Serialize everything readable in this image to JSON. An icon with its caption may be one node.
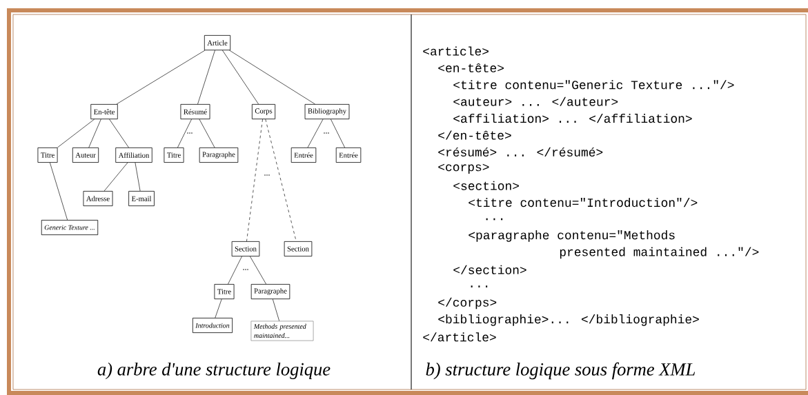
{
  "diagram": {
    "nodes": [
      {
        "text": [
          "Article"
        ]
      },
      {
        "text": [
          "En-tête"
        ]
      },
      {
        "text": [
          "Résumé"
        ]
      },
      {
        "text": [
          "Corps"
        ]
      },
      {
        "text": [
          "Bibliography"
        ]
      },
      {
        "text": [
          "Titre"
        ]
      },
      {
        "text": [
          "Auteur"
        ]
      },
      {
        "text": [
          "Affiliation"
        ]
      },
      {
        "text": [
          "Titre"
        ]
      },
      {
        "text": [
          "Paragraphe"
        ]
      },
      {
        "text": [
          "Entrée"
        ]
      },
      {
        "text": [
          "Entrée"
        ]
      },
      {
        "text": [
          "Adresse"
        ]
      },
      {
        "text": [
          "E-mail"
        ]
      },
      {
        "text": [
          "Generic Texture ..."
        ]
      },
      {
        "text": [
          "Section"
        ]
      },
      {
        "text": [
          "Section"
        ]
      },
      {
        "text": [
          "Titre"
        ]
      },
      {
        "text": [
          "Paragraphe"
        ]
      },
      {
        "text": [
          "Introduction"
        ]
      },
      {
        "text": [
          "Methods presented maintained..."
        ]
      }
    ],
    "edges": [
      {
        "from": 0,
        "to": 1,
        "arrow": "none"
      },
      {
        "from": 0,
        "to": 2,
        "arrow": "none"
      },
      {
        "from": 0,
        "to": 3,
        "arrow": "none"
      },
      {
        "from": 0,
        "to": 4,
        "arrow": "none"
      },
      {
        "from": 1,
        "to": 5,
        "arrow": "none"
      },
      {
        "from": 1,
        "to": 6,
        "arrow": "none"
      },
      {
        "from": 1,
        "to": 7,
        "arrow": "none"
      },
      {
        "from": 2,
        "to": 8,
        "arrow": "none"
      },
      {
        "from": 2,
        "to": 9,
        "arrow": "none"
      },
      {
        "from": 4,
        "to": 10,
        "arrow": "none"
      },
      {
        "from": 4,
        "to": 11,
        "arrow": "none"
      },
      {
        "from": 7,
        "to": 12,
        "arrow": "none"
      },
      {
        "from": 7,
        "to": 13,
        "arrow": "none"
      },
      {
        "from": 5,
        "to": 14,
        "arrow": "none"
      },
      {
        "from": 3,
        "to": 15,
        "arrow": "none",
        "style": "dashed"
      },
      {
        "from": 3,
        "to": 16,
        "arrow": "none",
        "style": "dashed"
      },
      {
        "from": 15,
        "to": 17,
        "arrow": "none"
      },
      {
        "from": 15,
        "to": 18,
        "arrow": "none"
      },
      {
        "from": 17,
        "to": 19,
        "arrow": "none"
      },
      {
        "from": 18,
        "to": 20,
        "arrow": "none"
      }
    ],
    "labels": [
      "...",
      "...",
      "...",
      "...",
      "a) arbre d'une structure logique",
      "<article>",
      "<en-tête>",
      "<titre contenu=\"Generic Texture ...\"/>",
      "<auteur> ... </auteur>",
      "<affiliation> ... </affiliation>",
      "</en-tête>",
      "<résumé> ... </résumé>",
      "<corps>",
      "<section>",
      "<titre contenu=\"Introduction\"/>",
      "...",
      "<paragraphe contenu=\"Methods",
      "presented maintained ...\"/>",
      "</section>",
      "...",
      "</corps>",
      "<bibliographie>... </bibliographie>",
      "</article>",
      "b) structure logique sous forme XML"
    ]
  }
}
